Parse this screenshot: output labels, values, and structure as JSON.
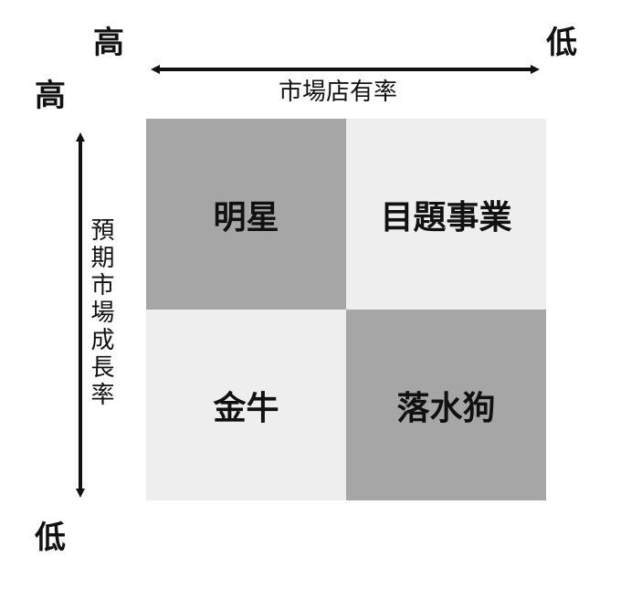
{
  "axes": {
    "x_label": "市場店有率",
    "y_label": "預期市場成長率",
    "x_high": "高",
    "x_low": "低",
    "y_high": "高",
    "y_low": "低"
  },
  "quadrants": {
    "top_left": "明星",
    "top_right": "目題事業",
    "bottom_left": "金牛",
    "bottom_right": "落水狗"
  },
  "colors": {
    "dark_fill": "#a6a6a6",
    "light_fill": "#eeeeee",
    "arrow": "#111111"
  }
}
